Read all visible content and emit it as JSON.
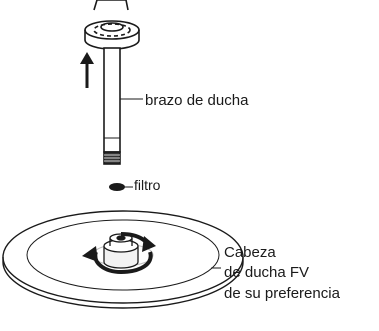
{
  "labels": {
    "arm": "brazo de ducha",
    "filter": "filtro",
    "head_line1": "Cabeza",
    "head_line2": "de ducha FV",
    "head_line3": "de su preferencia"
  },
  "colors": {
    "ink": "#1a1a1a",
    "gray": "#bdbdbd",
    "light": "#f2f2f2"
  },
  "icons": {
    "up_arrow": "up-arrow-icon",
    "rotation_arrow": "rotate-arrow-icon"
  }
}
